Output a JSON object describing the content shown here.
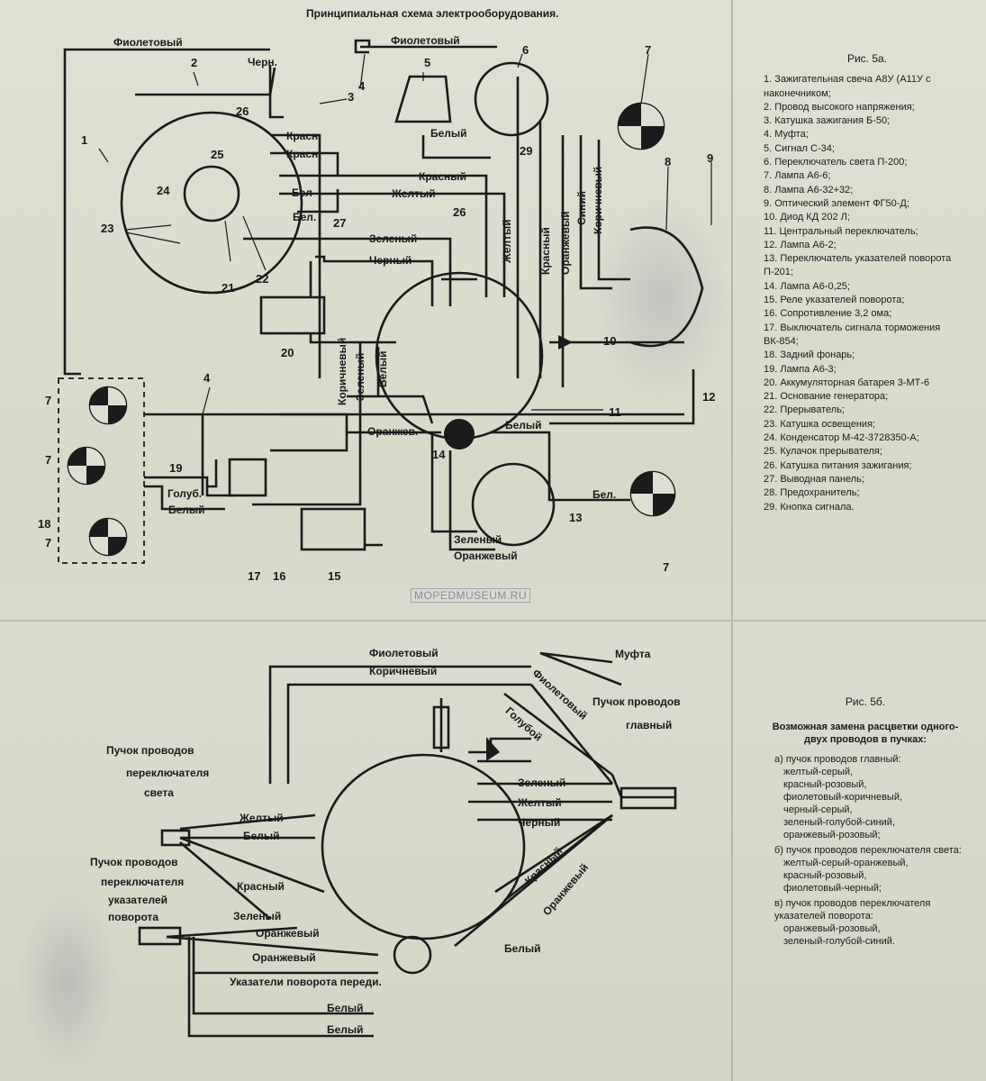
{
  "title": "Принципиальная схема электрооборудования.",
  "watermark": "MOPEDMUSEUM.RU",
  "fig_a": {
    "heading": "Рис. 5а.",
    "items": [
      "1. Зажигательная свеча А8У (А11У с наконечником;",
      "2. Провод высокого напряжения;",
      "3. Катушка зажигания Б-50;",
      "4. Муфта;",
      "5. Сигнал С-34;",
      "6. Переключатель света П-200;",
      "7. Лампа А6-6;",
      "8. Лампа А6-32+32;",
      "9. Оптический элемент ФГ50-Д;",
      "10. Диод КД 202 Л;",
      "11. Центральный переключатель;",
      "12. Лампа А6-2;",
      "13. Переключатель указателей поворота П-201;",
      "14. Лампа А6-0,25;",
      "15. Реле указателей поворота;",
      "16. Сопротивление 3,2 ома;",
      "17. Выключатель сигнала торможения ВК-854;",
      "18. Задний фонарь;",
      "19. Лампа А6-3;",
      "20. Аккумуляторная батарея 3-МТ-6",
      "21. Основание генератора;",
      "22. Прерыватель;",
      "23. Катушка освещения;",
      "24. Конденсатор М-42-3728350-А;",
      "25. Кулачок прерывателя;",
      "26. Катушка питания зажигания;",
      "27. Выводная панель;",
      "28. Предохранитель;",
      "29. Кнопка сигнала."
    ]
  },
  "fig_b": {
    "heading": "Рис. 5б.",
    "subtitle": "Возможная замена расцветки одного-двух проводов в пучках:",
    "group_a_title": "а) пучок проводов главный:",
    "group_a": [
      "желтый-серый,",
      "красный-розовый,",
      "фиолетовый-коричневый,",
      "черный-серый,",
      "зеленый-голубой-синий,",
      "оранжевый-розовый;"
    ],
    "group_b_title": "б) пучок проводов переключателя света:",
    "group_b": [
      "желтый-серый-оранжевый,",
      "красный-розовый,",
      "фиолетовый-черный;"
    ],
    "group_c_title": "в) пучок проводов переключателя указателей поворота:",
    "group_c": [
      "оранжевый-розовый,",
      "зеленый-голубой-синий."
    ]
  },
  "top_labels": {
    "violet_left": "Фиолетовый",
    "violet_top": "Фиолетовый",
    "black_top": "Черн.",
    "red_1": "Красн",
    "red_2": "Красн",
    "white_short": "Бел",
    "white_short2": "Бел.",
    "red_full": "Красный",
    "yellow_full": "Желтый",
    "white_btn": "Белый",
    "green": "Зеленый",
    "black": "Черный",
    "yellow_v": "Желтый",
    "red_v": "Красный",
    "orange_v": "Оранжевый",
    "blue_v": "Синий",
    "brown_v": "Коричневый",
    "brown_v2": "Коричневый",
    "green_v": "Зеленый",
    "white_v": "Белый",
    "orange_mid": "Оранжев.",
    "white_mid": "Белый",
    "goluб": "Голуб.",
    "white_low": "Белый",
    "white_bel": "Бел.",
    "green_bottom": "Зеленый",
    "orange_bottom": "Оранжевый"
  },
  "bottom_labels": {
    "violet": "Фиолетовый",
    "brown": "Коричневый",
    "muftа": "Муфта",
    "violet_diag": "Фиолетовый",
    "blue_diag": "Голубой",
    "main_bundle_1": "Пучок проводов",
    "main_bundle_2": "главный",
    "light_bundle_1": "Пучок проводов",
    "light_bundle_2": "переключателя",
    "light_bundle_3": "света",
    "turn_bundle_1": "Пучок проводов",
    "turn_bundle_2": "переключателя",
    "turn_bundle_3": "указателей",
    "turn_bundle_4": "поворота",
    "green_r": "Зеленый",
    "yellow_r": "Желтый",
    "black_r": "Черный",
    "red_diag": "Красный",
    "orange_diag": "Оранжевый",
    "white_r": "Белый",
    "yellow_l": "Желтый",
    "white_l": "Белый",
    "red_l": "Красный",
    "green_l": "Зеленый",
    "orange_l1": "Оранжевый",
    "orange_l2": "Оранжевый",
    "front_turn": "Указатели поворота переди.",
    "white_l2": "Белый",
    "white_l3": "Белый"
  },
  "numbers": [
    "1",
    "2",
    "3",
    "4",
    "5",
    "6",
    "7",
    "8",
    "9",
    "26",
    "25",
    "24",
    "23",
    "21",
    "22",
    "27",
    "29",
    "26",
    "20",
    "10",
    "11",
    "12",
    "4",
    "7",
    "7",
    "7",
    "19",
    "18",
    "17",
    "16",
    "15",
    "14",
    "13",
    "7"
  ]
}
